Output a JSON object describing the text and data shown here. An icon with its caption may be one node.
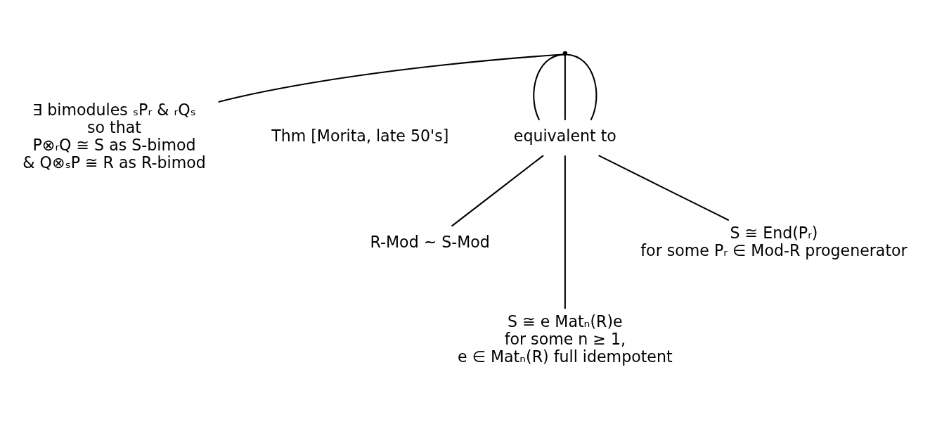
{
  "diagram": {
    "nodes": [
      {
        "text": [],
        "shape": "point"
      },
      {
        "text": [
          "equivalent to"
        ]
      },
      {
        "text": [
          "R-Mod ~ S-Mod"
        ]
      },
      {
        "text": [
          "S ≅ e Matₙ(R)e",
          "for some n ≥ 1,",
          "e ∈ Matₙ(R) full idempotent"
        ]
      },
      {
        "text": [
          "S ≅ End(Pᵣ)",
          "for some Pᵣ ∈ Mod-R progenerator"
        ]
      },
      {
        "text": [
          "∃ bimodules ₛPᵣ & ᵣQₛ",
          "so that",
          "P⊗ᵣQ ≅ S as S-bimod",
          "& Q⊗ₛP ≅ R as R-bimod"
        ]
      }
    ],
    "edges": [
      {
        "from": 0,
        "to": 1,
        "arrow": "none"
      },
      {
        "from": 0,
        "to": 1,
        "arrow": "none"
      },
      {
        "from": 0,
        "to": 1,
        "arrow": "none"
      },
      {
        "from": 0,
        "to": 5,
        "arrow": "none"
      },
      {
        "from": 1,
        "to": 2,
        "arrow": "none"
      },
      {
        "from": 1,
        "to": 3,
        "arrow": "none"
      },
      {
        "from": 1,
        "to": 4,
        "arrow": "none"
      }
    ],
    "labels": [
      "Thm [Morita, late 50's]"
    ]
  }
}
